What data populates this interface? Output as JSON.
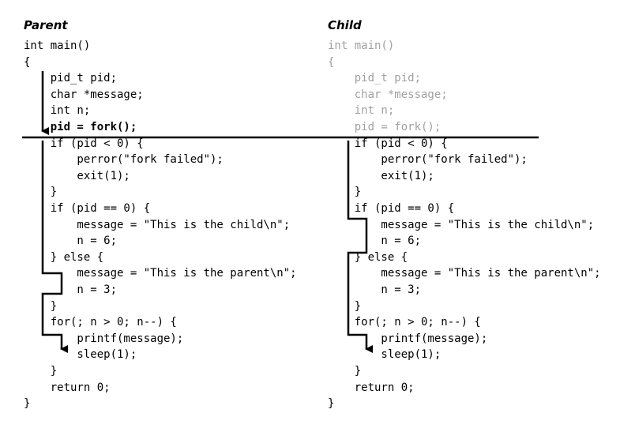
{
  "parent": {
    "heading": "Parent",
    "lines": [
      {
        "text": "int main()",
        "style": "normal"
      },
      {
        "text": "{",
        "style": "normal"
      },
      {
        "text": "    pid_t pid;",
        "style": "normal"
      },
      {
        "text": "    char *message;",
        "style": "normal"
      },
      {
        "text": "    int n;",
        "style": "normal"
      },
      {
        "text": "    pid = fork();",
        "style": "bold"
      },
      {
        "text": "    if (pid < 0) {",
        "style": "normal"
      },
      {
        "text": "        perror(\"fork failed\");",
        "style": "normal"
      },
      {
        "text": "        exit(1);",
        "style": "normal"
      },
      {
        "text": "    }",
        "style": "normal"
      },
      {
        "text": "    if (pid == 0) {",
        "style": "normal"
      },
      {
        "text": "        message = \"This is the child\\n\";",
        "style": "normal"
      },
      {
        "text": "        n = 6;",
        "style": "normal"
      },
      {
        "text": "    } else {",
        "style": "normal"
      },
      {
        "text": "        message = \"This is the parent\\n\";",
        "style": "normal"
      },
      {
        "text": "        n = 3;",
        "style": "normal"
      },
      {
        "text": "    }",
        "style": "normal"
      },
      {
        "text": "    for(; n > 0; n--) {",
        "style": "normal"
      },
      {
        "text": "        printf(message);",
        "style": "normal"
      },
      {
        "text": "        sleep(1);",
        "style": "normal"
      },
      {
        "text": "    }",
        "style": "normal"
      },
      {
        "text": "    return 0;",
        "style": "normal"
      },
      {
        "text": "}",
        "style": "normal"
      }
    ]
  },
  "child": {
    "heading": "Child",
    "lines": [
      {
        "text": "int main()",
        "style": "faded"
      },
      {
        "text": "{",
        "style": "faded"
      },
      {
        "text": "    pid_t pid;",
        "style": "faded"
      },
      {
        "text": "    char *message;",
        "style": "faded"
      },
      {
        "text": "    int n;",
        "style": "faded"
      },
      {
        "text": "    pid = fork();",
        "style": "faded"
      },
      {
        "text": "    if (pid < 0) {",
        "style": "normal"
      },
      {
        "text": "        perror(\"fork failed\");",
        "style": "normal"
      },
      {
        "text": "        exit(1);",
        "style": "normal"
      },
      {
        "text": "    }",
        "style": "normal"
      },
      {
        "text": "    if (pid == 0) {",
        "style": "normal"
      },
      {
        "text": "        message = \"This is the child\\n\";",
        "style": "normal"
      },
      {
        "text": "        n = 6;",
        "style": "normal"
      },
      {
        "text": "    } else {",
        "style": "normal"
      },
      {
        "text": "        message = \"This is the parent\\n\";",
        "style": "normal"
      },
      {
        "text": "        n = 3;",
        "style": "normal"
      },
      {
        "text": "    }",
        "style": "normal"
      },
      {
        "text": "    for(; n > 0; n--) {",
        "style": "normal"
      },
      {
        "text": "        printf(message);",
        "style": "normal"
      },
      {
        "text": "        sleep(1);",
        "style": "normal"
      },
      {
        "text": "    }",
        "style": "normal"
      },
      {
        "text": "    return 0;",
        "style": "normal"
      },
      {
        "text": "}",
        "style": "normal"
      }
    ]
  },
  "colors": {
    "text": "#000000",
    "faded_text": "#a0a0a0",
    "flow_line": "#000000"
  }
}
